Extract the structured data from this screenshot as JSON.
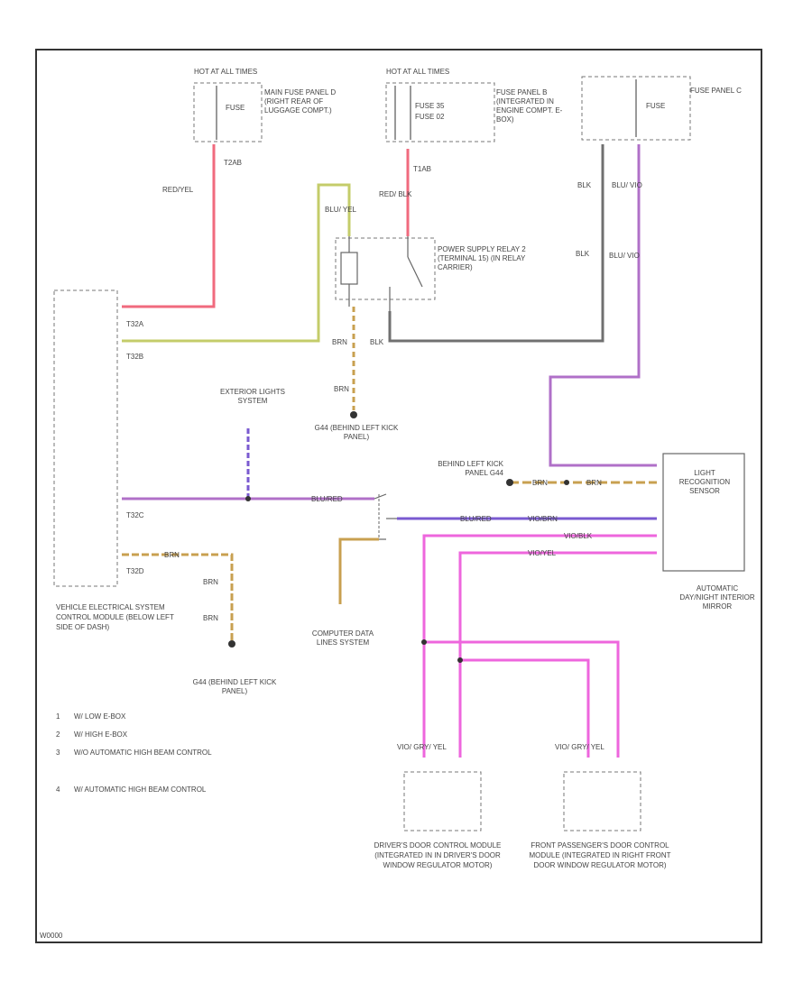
{
  "colors": {
    "red": "#f06a7e",
    "yellow_green": "#c4cc6a",
    "gray_wire": "#707070",
    "violet": "#b070c8",
    "blue_violet": "#7a5ad0",
    "brown": "#c8a050",
    "pink": "#ee66dd",
    "frame": "#333333"
  },
  "fuse_boxes": [
    {
      "hot": "HOT AT ALL TIMES",
      "fuse": "FUSE",
      "desc": "MAIN FUSE PANEL D (RIGHT REAR OF LUGGAGE COMPT.)",
      "term": "T2AB"
    },
    {
      "hot": "HOT AT ALL TIMES",
      "fuse1": "FUSE 35",
      "fuse2": "FUSE 02",
      "desc": "FUSE PANEL B (INTEGRATED IN ENGINE COMPT. E-BOX)",
      "term": "T1AB"
    },
    {
      "fuse": "FUSE",
      "desc": "FUSE PANEL C"
    }
  ],
  "relay": {
    "label": "POWER SUPPLY RELAY 2 (TERMINAL 15) (IN RELAY CARRIER)"
  },
  "wires": {
    "red_yel": "RED/YEL",
    "red_blk": "RED/ BLK",
    "blu_yel": "BLU/ YEL",
    "blk": "BLK",
    "blu_vio": "BLU/ VIO",
    "brn": "BRN",
    "blk2": "BLK",
    "blu_red": "BLU/RED",
    "vio_brn": "VIO/BRN",
    "vio_blk": "VIO/BLK",
    "vio_yel": "VIO/YEL"
  },
  "module": {
    "pin_t32a": "T32A",
    "pin_t32b": "T32B",
    "pin_t32c": "T32C",
    "pin_t32d": "T32D",
    "label": "VEHICLE ELECTRICAL SYSTEM CONTROL MODULE (BELOW LEFT SIDE OF DASH)"
  },
  "grounds": [
    {
      "label": "G44 (BEHIND LEFT KICK PANEL)"
    },
    {
      "label": "G44 (BEHIND LEFT KICK PANEL)"
    }
  ],
  "exterior": "EXTERIOR LIGHTS SYSTEM",
  "behind_left": "BEHIND LEFT KICK PANEL G44",
  "sensor": {
    "name": "LIGHT RECOGNITION SENSOR",
    "sub": "AUTOMATIC DAY/NIGHT INTERIOR MIRROR"
  },
  "computer": "COMPUTER DATA LINES SYSTEM",
  "doors": [
    {
      "label": "DRIVER'S DOOR CONTROL MODULE (INTEGRATED IN IN DRIVER'S DOOR WINDOW REGULATOR MOTOR)",
      "w1": "VIO/ BLK",
      "w2": "VIO/ GRY/ YEL"
    },
    {
      "label": "FRONT PASSENGER'S DOOR CONTROL MODULE (INTEGRATED IN RIGHT FRONT DOOR WINDOW REGULATOR MOTOR)",
      "w1": "VIO/ GRY/ YEL",
      "w2": "VIO/ BLK"
    }
  ],
  "legend": [
    "W/ LOW E-BOX",
    "W/ HIGH E-BOX",
    "W/O AUTOMATIC HIGH BEAM CONTROL",
    "W/ AUTOMATIC HIGH BEAM CONTROL"
  ],
  "diagram_id": "W0000"
}
